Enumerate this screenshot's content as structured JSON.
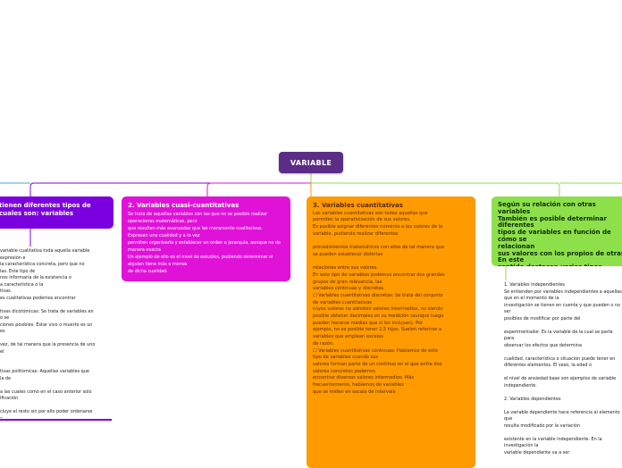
{
  "root": {
    "label": "VARIABLE",
    "color": "#5b2d86"
  },
  "topics": [
    {
      "title": "tienen diferentes tipos de\ncuales son: variables",
      "color": "#7b00e0",
      "body": ""
    },
    {
      "title": "2. Variables cuasi-cuantitativas",
      "color": "#e012d8",
      "body": "Se trata de aquellas variables con las que no es posible realizar operaciones matemáticas, pero\nque resultan más avanzadas que las meramente cualitativas.\nExpresan una cualidad y a la vez\npermiten organizarla y establecer un orden o jerarquía, aunque no de manera exacta\nUn ejemplo de ello es el nivel de estudios, pudiendo determinar si alguien tiene más o menos\nde dicha cualidad."
    },
    {
      "title": "3. Variables cuantitativas",
      "color": "#ff9a00",
      "body": "Las variables cuantitativas son todas aquellas que\npermiten la operativización de sus valores.\nEs posible asignar diferentes números a los valores de la\nvariable, pudiendo realizar diferentes\n\nprocedimientos matemáticos con ellos de tal manera que\nse pueden establecer distintas\n\nrelaciones entre sus valores.\nEn este tipo de variables podemos encontrar dos grandes\ngrupos de gran relevancia, las\nvariables continuas y discretas.\n☐ Variables cuantitativas discretas: Se trata del conjunto\nde variables cuantitativas\ncuyos valores no admiten valores intermedios, no siendo\nposible obtener decimales en su medición (aunque luego\npueden hacerse medias que sí los incluyan). Por\nejemplo, no es posible tener 2,5 hijos. Suelen referirse a\nvariables que emplean escalas\nde razón.\n☐ Variables cuantitativas continuas: Hablamos de este\ntipo de variables cuando sus\nvalores forman parte de un continuo en el que entre dos\nvalores concretos podemos\nencontrar diversos valores intermedios. Más\nfrecuentemente, hablamos de variables\nque se miden en escala de intervalo"
    },
    {
      "title": "Según su relación con otras variables\nTambién es posible determinar diferentes\ntipos de variables en función de cómo se\nrelacionan\nsus valores con los propios de otras. En este\nsentido destacan varios tipos, siendo\nespecialmente relevantes los dos primeros, los\nlos cuales son",
      "color": "#8ee04a",
      "body": ""
    }
  ],
  "subtopics": {
    "left": "variable cualitativa toda aquella variable\nexpresión e\nla característica concreta, pero que no\nlas. Este tipo de\nnos informaría de la existencia o\na característica o la\ntivas.\nes cualitativas podemos encontrar\n\ntivas dicotómicas: Se trata de variables en\n o se\nciones posibles. Estar vivo o muerto es un\nes\n\nvez, de tal manera que la presencia de uno\n el\n\n\ntivas politómicas: Aquellas variables que\nla de\n\na las cuales como en el caso anterior solo\nificación\n\ncluye el resto sin por ello poder ordenarse\no\n\n ejemplo.",
    "right": "1. Variables independientes\nSe entienden por variables independientes a aquellas\nque en el momento de la\ninvestigación se tienen en cuenta y que pueden o no ser\nposibles de modificar por parte del\n\nexperimentador. Es la variable de la cual se parte para\nobservar los efectos que determina\n\ncualidad, característica o situación puede tener en\ndiferentes elementos. El sexo, la edad o\n\nel nivel de ansiedad base son ejemplos de variable\nindependiente.\n\n2. Variables dependientes\n\nLa variable dependiente hace referencia al elemento que\nresulta modificado por la variación\n\nexistente en la variable independiente. En la investigación la\nvariable dependiente va a ser\n\nescogida y generada a partir de la independiente, como\nsi medimos el nivel de ansiedad\n\nsegún el sexo, sexo será variable independiente cuya\nmodificación va a generar alteraciones\n\nen la dependiente, en este caso la ansiedad."
  }
}
